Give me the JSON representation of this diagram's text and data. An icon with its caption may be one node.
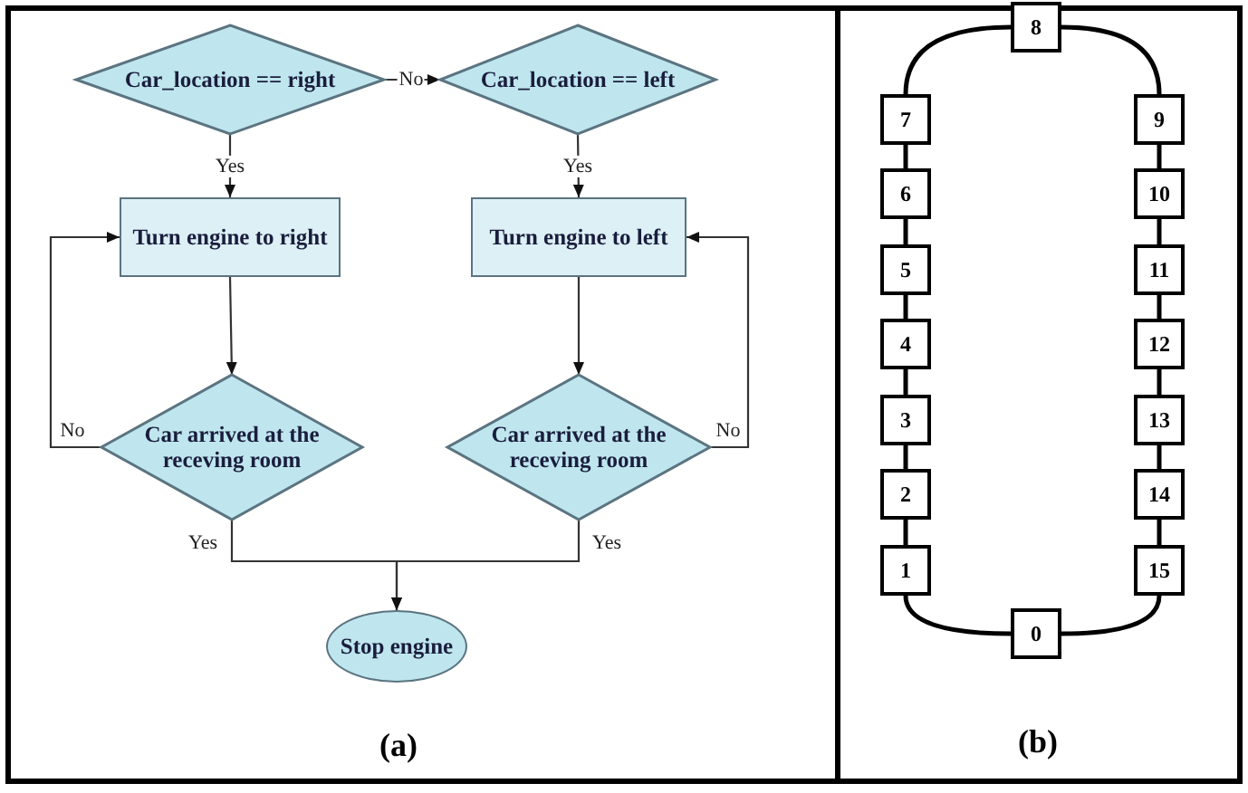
{
  "diagram": {
    "nodes": [
      {
        "text": [
          "Car_location == right"
        ]
      },
      {
        "text": [
          "Car_location == left"
        ]
      },
      {
        "text": [
          "Turn engine to right"
        ]
      },
      {
        "text": [
          "Turn engine to left"
        ]
      },
      {
        "text": [
          "Car arrived at the receving room"
        ]
      },
      {
        "text": [
          "Car arrived at the receving room"
        ]
      },
      {
        "text": [
          "Stop engine"
        ]
      },
      {
        "text": [
          "0"
        ]
      },
      {
        "text": [
          "1"
        ]
      },
      {
        "text": [
          "2"
        ]
      },
      {
        "text": [
          "3"
        ]
      },
      {
        "text": [
          "4"
        ]
      },
      {
        "text": [
          "5"
        ]
      },
      {
        "text": [
          "6"
        ]
      },
      {
        "text": [
          "7"
        ]
      },
      {
        "text": [
          "8"
        ]
      },
      {
        "text": [
          "9"
        ]
      },
      {
        "text": [
          "10"
        ]
      },
      {
        "text": [
          "11"
        ]
      },
      {
        "text": [
          "12"
        ]
      },
      {
        "text": [
          "13"
        ]
      },
      {
        "text": [
          "14"
        ]
      },
      {
        "text": [
          "15"
        ]
      }
    ],
    "edges": [
      {
        "from": 0,
        "to": 1,
        "arrow": "to",
        "label": "No"
      },
      {
        "from": 0,
        "to": 2,
        "arrow": "to",
        "label": "Yes"
      },
      {
        "from": 1,
        "to": 3,
        "arrow": "to",
        "label": "Yes"
      },
      {
        "from": 2,
        "to": 4,
        "arrow": "to"
      },
      {
        "from": 3,
        "to": 5,
        "arrow": "to"
      },
      {
        "from": 4,
        "to": 2,
        "arrow": "to",
        "label": "No"
      },
      {
        "from": 5,
        "to": 3,
        "arrow": "to",
        "label": "No"
      },
      {
        "from": 4,
        "to": 6,
        "arrow": "to",
        "label": "Yes"
      },
      {
        "from": 5,
        "to": 6,
        "arrow": "to",
        "label": "Yes"
      },
      {
        "from": 7,
        "to": 8,
        "arrow": "none"
      },
      {
        "from": 8,
        "to": 9,
        "arrow": "none"
      },
      {
        "from": 9,
        "to": 10,
        "arrow": "none"
      },
      {
        "from": 10,
        "to": 11,
        "arrow": "none"
      },
      {
        "from": 11,
        "to": 12,
        "arrow": "none"
      },
      {
        "from": 12,
        "to": 13,
        "arrow": "none"
      },
      {
        "from": 13,
        "to": 14,
        "arrow": "none"
      },
      {
        "from": 14,
        "to": 15,
        "arrow": "none"
      },
      {
        "from": 15,
        "to": 16,
        "arrow": "none"
      },
      {
        "from": 16,
        "to": 17,
        "arrow": "none"
      },
      {
        "from": 17,
        "to": 18,
        "arrow": "none"
      },
      {
        "from": 18,
        "to": 19,
        "arrow": "none"
      },
      {
        "from": 19,
        "to": 20,
        "arrow": "none"
      },
      {
        "from": 20,
        "to": 21,
        "arrow": "none"
      },
      {
        "from": 21,
        "to": 22,
        "arrow": "none"
      },
      {
        "from": 22,
        "to": 7,
        "arrow": "none"
      }
    ],
    "labels": [
      "(a)",
      "(b)"
    ]
  }
}
